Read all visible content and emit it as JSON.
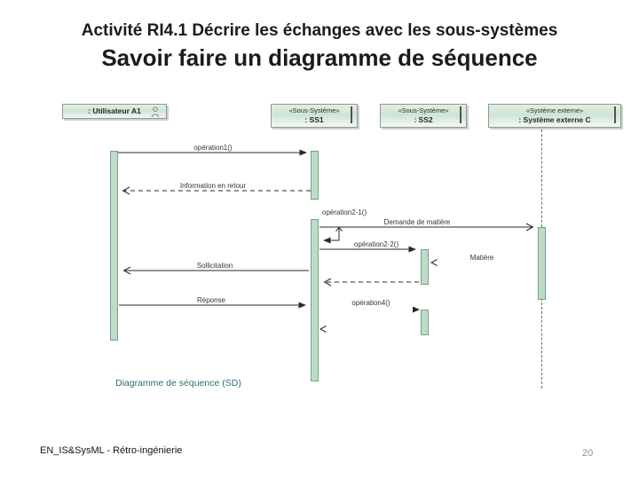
{
  "slide": {
    "title_line1": "Activité RI4.1 Décrire les échanges avec les sous-systèmes",
    "title_line2": "Savoir faire un diagramme de séquence",
    "caption": "Diagramme de séquence (SD)",
    "footer": "EN_IS&SysML - Rétro-ingénierie",
    "page_number": "20"
  },
  "diagram": {
    "type": "uml-sequence",
    "lifelines": [
      {
        "stereotype": "",
        "name": ": Utilisateur A1",
        "icon": "actor-icon"
      },
      {
        "stereotype": "«Sous-Système»",
        "name": ": SS1",
        "icon": "component-icon"
      },
      {
        "stereotype": "«Sous-Système»",
        "name": ": SS2",
        "icon": "component-icon"
      },
      {
        "stereotype": "«Système externe»",
        "name": ": Système externe C",
        "icon": "component-icon"
      }
    ],
    "messages": [
      {
        "label": "opération1()",
        "from": ": Utilisateur A1",
        "to": ": SS1",
        "kind": "call-solid"
      },
      {
        "label": "Information en retour",
        "from": ": SS1",
        "to": ": Utilisateur A1",
        "kind": "return-dashed"
      },
      {
        "label": "opération2-1()",
        "from": ": SS1",
        "to": ": SS1",
        "kind": "self-call"
      },
      {
        "label": "Demande de matière",
        "from": ": SS1",
        "to": ": Système externe C",
        "kind": "call-solid"
      },
      {
        "label": "opération2-2()",
        "from": ": SS1",
        "to": ": SS2",
        "kind": "call-solid"
      },
      {
        "label": "Matière",
        "from": ": Système externe C",
        "to": ": SS2",
        "kind": "call-hidden-line"
      },
      {
        "label": "Sollicitation",
        "from": ": SS1",
        "to": ": Utilisateur A1",
        "kind": "call-solid"
      },
      {
        "label": "",
        "from": ": SS2",
        "to": ": SS1",
        "kind": "return-dashed"
      },
      {
        "label": "Réponse",
        "from": ": Utilisateur A1",
        "to": ": SS1",
        "kind": "call-solid"
      },
      {
        "label": "opération4()",
        "from": ": SS1",
        "to": ": SS2",
        "kind": "call-hidden-line"
      },
      {
        "label": "",
        "from": ": SS2",
        "to": ": SS1",
        "kind": "return-hidden-line"
      }
    ],
    "colors": {
      "activation_fill": "#bedbc8",
      "activation_border": "#74a287",
      "box_fill_top": "#d8eadd",
      "caption_color": "#2f6b74"
    }
  }
}
